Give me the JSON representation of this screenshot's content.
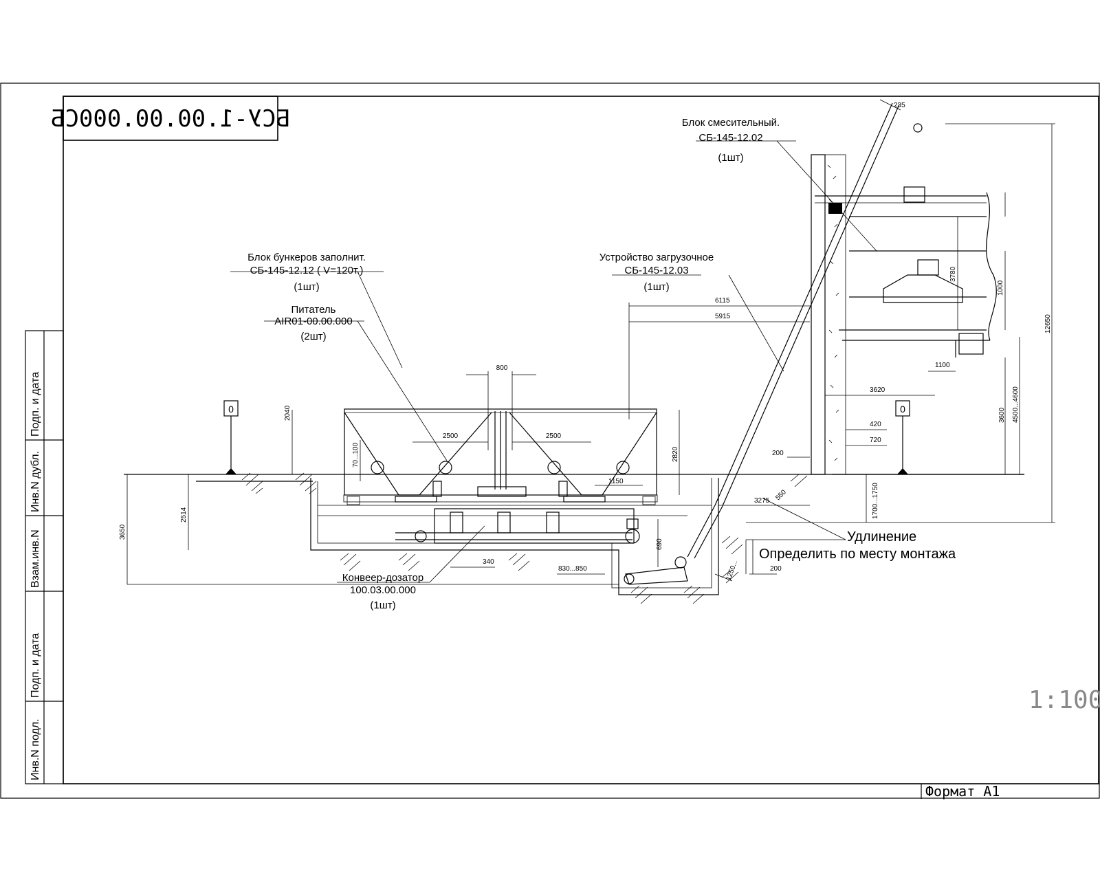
{
  "title_block": {
    "code": "БСУ-1.00.00.000СБ"
  },
  "scale": "1:100",
  "format": "Формат А1",
  "side_stamp": [
    "Инв.N подл.",
    "Подп. и дата",
    "Взам.инв.N",
    "Инв.N дубл.",
    "Подп. и дата"
  ],
  "callouts": {
    "mixer": {
      "name": "Блок смесительный.",
      "code": "СБ-145-12.02",
      "qty": "(1шт)"
    },
    "bunkers": {
      "name": "Блок бункеров  заполнит.",
      "code": "СБ-145-12.12 ( V=120т.)",
      "qty": "(1шт)"
    },
    "feeder": {
      "name": "Питатель",
      "code": "AIR01-00.00.000",
      "qty": "(2шт)"
    },
    "loader": {
      "name": "Устройство загрузочное",
      "code": "СБ-145-12.03",
      "qty": "(1шт)"
    },
    "conveyor": {
      "name": "Конвеер-дозатор",
      "code": "100.03.00.000",
      "qty": "(1шт)"
    }
  },
  "note": {
    "line1": "Удлинение",
    "line2": "Определить по месту монтажа"
  },
  "level_marks": [
    "0",
    "0"
  ],
  "dimensions": {
    "d235": "235",
    "d6115": "6115",
    "d5915": "5915",
    "d800": "800",
    "d2500a": "2500",
    "d2500b": "2500",
    "d2040": "2040",
    "d2820": "2820",
    "d70_100": "70...100",
    "d1150": "1150",
    "d2514": "2514",
    "d3650": "3650",
    "d340": "340",
    "d830_850": "830...850",
    "d690": "690",
    "d1250": "1250...",
    "d200a": "200",
    "d200b": "200",
    "d3275": "3275",
    "d550": "550",
    "d420": "420",
    "d720": "720",
    "d3620": "3620",
    "d1100": "1100",
    "d3780": "3780",
    "d1000": "1000",
    "d3600": "3600",
    "d4500_4600": "4500...4600",
    "d1700_1750": "1700...1750",
    "d12650": "12650"
  }
}
